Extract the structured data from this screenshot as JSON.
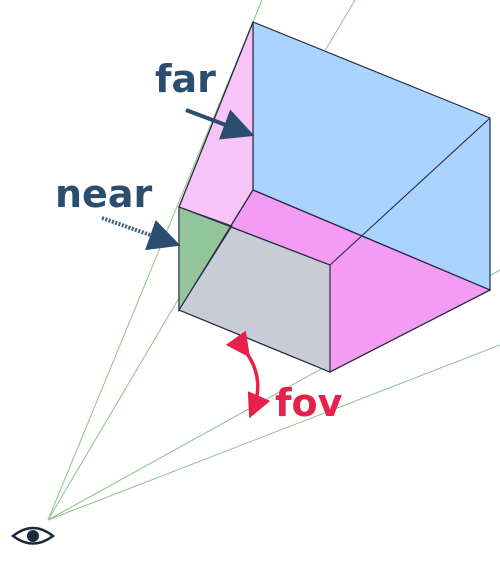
{
  "labels": {
    "far": "far",
    "near": "near",
    "fov": "fov"
  },
  "colors": {
    "far_face": "#aad4ff",
    "near_face": "#c8ccd6",
    "left_side": "#f6c4f6",
    "bottom_side": "#f39cf3",
    "near_left_side": "#93c59a",
    "edge": "#2a2a45",
    "frustum_line": "#8fc08f",
    "far_label": "#2b4d6e",
    "fov_label": "#e8214a"
  },
  "icons": {
    "eye": "eye-icon"
  }
}
